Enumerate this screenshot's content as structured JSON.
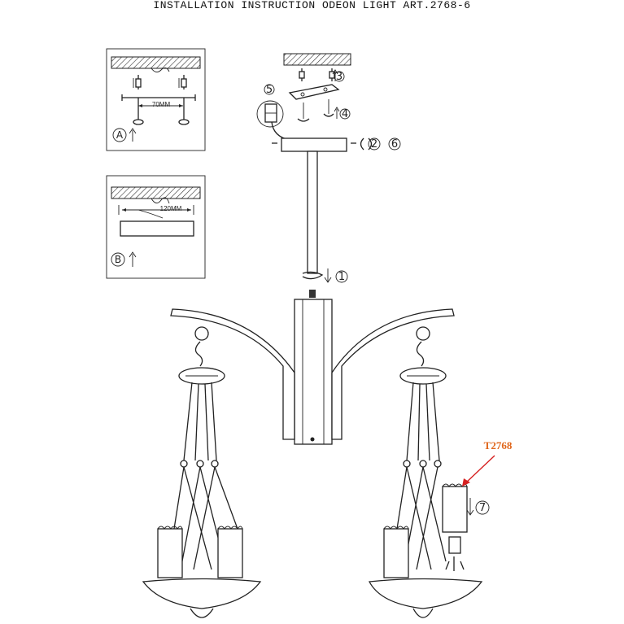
{
  "header": {
    "title": "INSTALLATION INSTRUCTION ODEON LIGHT ART.2768-6"
  },
  "panel_a": {
    "letter": "A",
    "dimension": "70MM"
  },
  "panel_b": {
    "letter": "B",
    "dimension": "120MM"
  },
  "steps": {
    "s1": "1",
    "s2": "2",
    "s3": "3",
    "s4": "4",
    "s5": "5",
    "s6": "6",
    "s7": "7"
  },
  "part_label": {
    "text": "T2768",
    "color": "#e0661b"
  },
  "colors": {
    "arrow": "#d62020",
    "line": "#222222"
  }
}
